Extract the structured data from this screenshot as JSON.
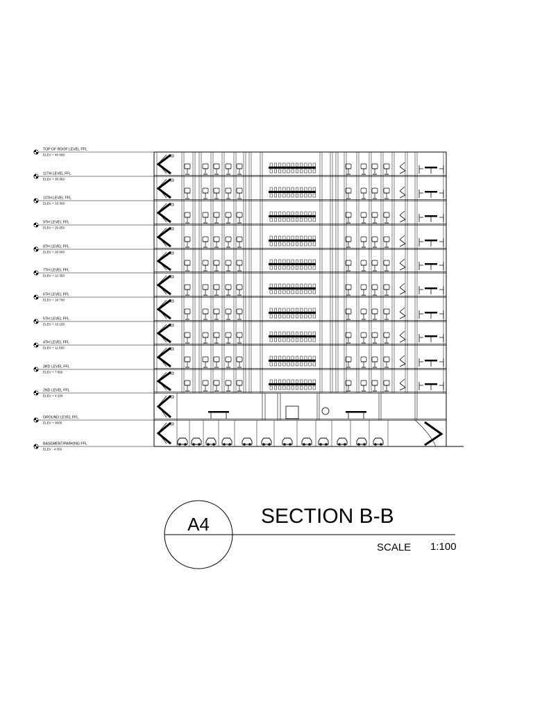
{
  "levels": [
    {
      "name": "TOP OF ROOF LEVEL FFL",
      "elev": "ELEV + 40 600"
    },
    {
      "name": "11TH LEVEL FFL",
      "elev": "ELEV + 36 950"
    },
    {
      "name": "10TH LEVEL FFL",
      "elev": "ELEV + 33 300"
    },
    {
      "name": "9TH LEVEL FFL",
      "elev": "ELEV + 29 650"
    },
    {
      "name": "8TH LEVEL FFL",
      "elev": "ELEV + 26 000"
    },
    {
      "name": "7TH LEVEL FFL",
      "elev": "ELEV + 22 350"
    },
    {
      "name": "6TH LEVEL FFL",
      "elev": "ELEV + 18 700"
    },
    {
      "name": "5TH LEVEL FFL",
      "elev": "ELEV + 15 150"
    },
    {
      "name": "4TH LEVEL FFL",
      "elev": "ELEV + 11 500"
    },
    {
      "name": "3RD LEVEL FFL",
      "elev": "ELEV + 7 850"
    },
    {
      "name": "2ND LEVEL FFL",
      "elev": "ELEV + 4 200"
    },
    {
      "name": "GROUND LEVEL FFL",
      "elev": "ELEV + 0000"
    },
    {
      "name": "BASEMENT/PARKING FFL",
      "elev": "ELEV - 4 050"
    }
  ],
  "title": {
    "drawing_id": "A4",
    "name": "SECTION B-B",
    "scale_label": "SCALE",
    "scale_value": "1:100"
  }
}
